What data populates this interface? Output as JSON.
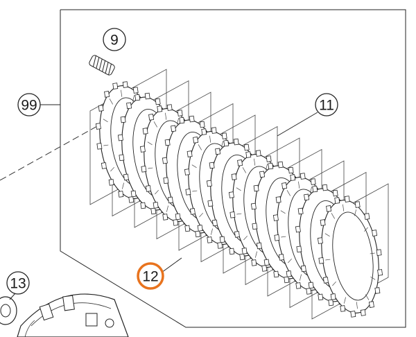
{
  "callouts": {
    "spring": {
      "number": "9"
    },
    "kit": {
      "number": "99"
    },
    "friction_plates": {
      "number": "11"
    },
    "steel_plates": {
      "number": "12",
      "highlighted": true
    },
    "part_13": {
      "number": "13"
    }
  },
  "colors": {
    "highlight": "#e8731e",
    "line": "#222222",
    "background": "#ffffff"
  },
  "plates": {
    "count": 11
  }
}
